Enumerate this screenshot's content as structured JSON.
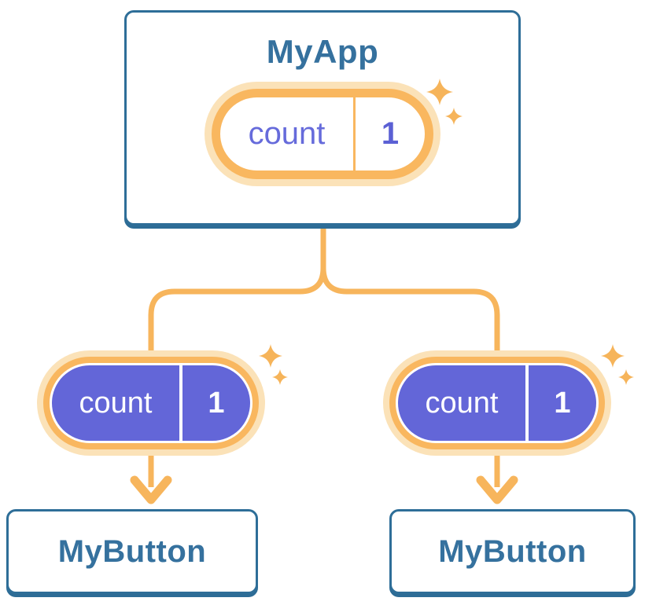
{
  "diagram": {
    "root": {
      "title": "MyApp",
      "state": {
        "label": "count",
        "value": "1"
      }
    },
    "children": [
      {
        "title": "MyButton",
        "state": {
          "label": "count",
          "value": "1"
        }
      },
      {
        "title": "MyButton",
        "state": {
          "label": "count",
          "value": "1"
        }
      }
    ],
    "colors": {
      "card_border_blue": "#2E6E98",
      "title_blue": "#35719E",
      "state_purple": "#6366D8",
      "state_text_purple": "#666BDB",
      "pill_ring_orange": "#F9B75F",
      "pill_halo_peach": "#FBE2B8",
      "connector_orange": "#F7B55C",
      "pill_text_white": "#FFFFFF"
    }
  }
}
